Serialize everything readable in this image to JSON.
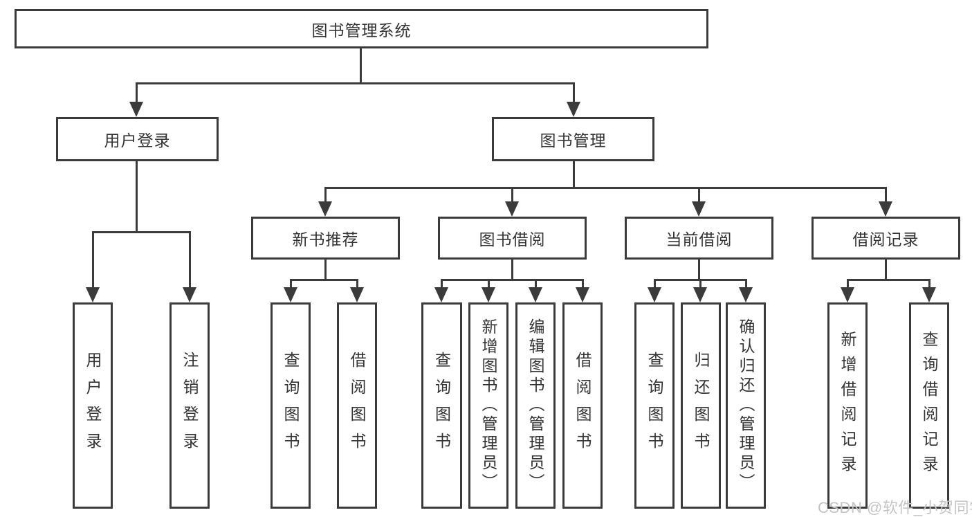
{
  "nodes": {
    "root": "图书管理系统",
    "login": "用户登录",
    "management": "图书管理",
    "recommend": "新书推荐",
    "borrow": "图书借阅",
    "current": "当前借阅",
    "records": "借阅记录"
  },
  "leaves": {
    "login": [
      "用户登录",
      "注销登录"
    ],
    "recommend": [
      "查询图书",
      "借阅图书"
    ],
    "borrow": [
      "查询图书",
      "新增图书（管理员）",
      "编辑图书（管理员）",
      "借阅图书"
    ],
    "current": [
      "查询图书",
      "归还图书",
      "确认归还（管理员）"
    ],
    "records": [
      "新增借阅记录",
      "查询借阅记录"
    ]
  },
  "watermark": "CSDN @软件_小贺同学",
  "colors": {
    "line": "#3b3b3b",
    "text": "#333333",
    "watermark": "#c4c4c4",
    "background": "#ffffff"
  }
}
